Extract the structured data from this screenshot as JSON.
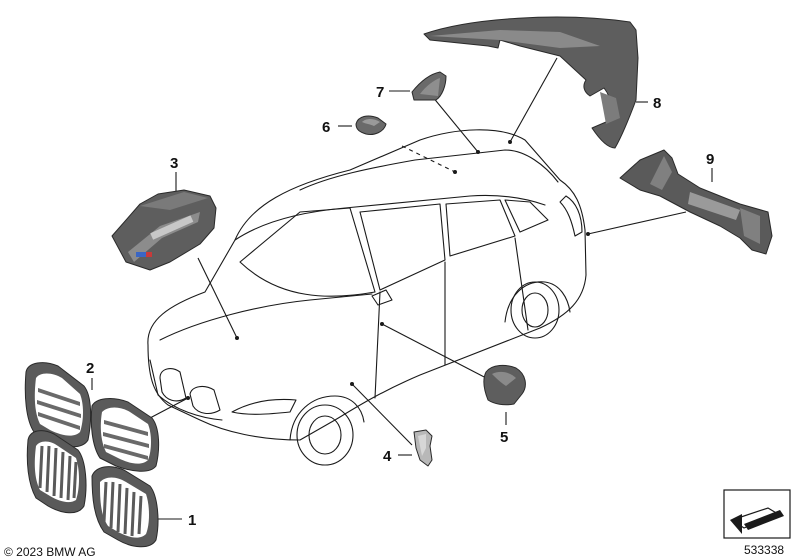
{
  "diagram": {
    "callouts": {
      "p1": "1",
      "p2": "2",
      "p3": "3",
      "p4": "4",
      "p5": "5",
      "p6": "6",
      "p7": "7",
      "p8": "8",
      "p9": "9"
    },
    "copyright": "© 2023 BMW AG",
    "document_number": "533338",
    "colors": {
      "part_dark": "#5a5a5a",
      "part_mid": "#7a7a7a",
      "part_light": "#b0b0b0",
      "line": "#1a1a1a"
    }
  }
}
